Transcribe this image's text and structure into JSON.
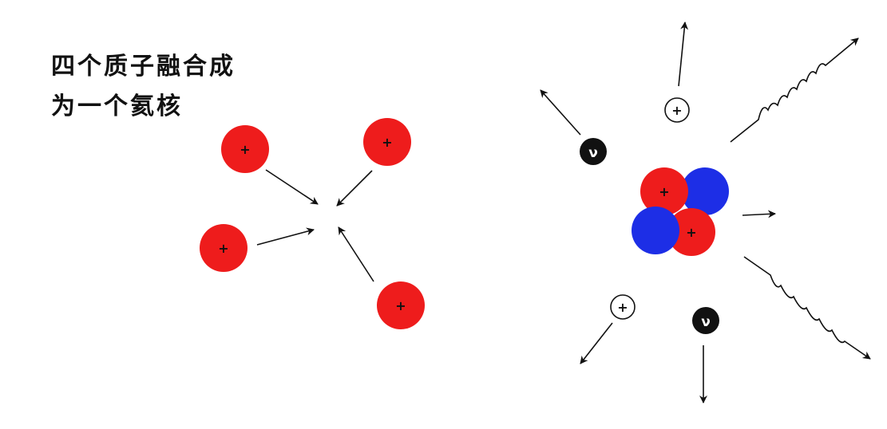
{
  "title_lines": [
    "四个质子融合成",
    "为一个氦核"
  ],
  "symbols": {
    "proton": "+",
    "positron": "+",
    "neutrino": "ν"
  },
  "colors": {
    "proton": "#ee1c1c",
    "neutron": "#1d2ee6",
    "neutrino": "#111111",
    "ink": "#111111",
    "background": "#ffffff"
  },
  "icons": [
    "proton-sphere",
    "neutron-sphere",
    "positron-circle",
    "neutrino-circle",
    "gamma-wave-arrow",
    "straight-arrow"
  ]
}
